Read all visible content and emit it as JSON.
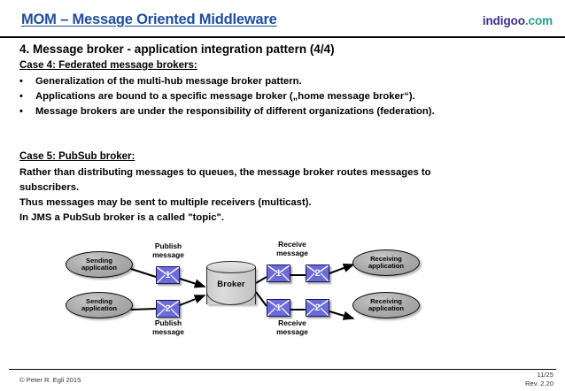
{
  "header": {
    "title": "MOM – Message Oriented Middleware",
    "brand_name": "indigoo",
    "brand_tld": ".com",
    "title_color": "#1F4E9C",
    "brand_name_color": "#3B2E8C",
    "brand_tld_color": "#1F9E8C"
  },
  "content": {
    "section_heading": "4. Message broker - application integration pattern (4/4)",
    "case4_heading": "Case 4: Federated message brokers:",
    "bullet_char": "•",
    "bullets": [
      "Generalization of the multi-hub message broker pattern.",
      "Applications are bound to a specific message broker („home message broker“).",
      "Message brokers are under the responsibility of different organizations (federation)."
    ],
    "case5_heading": "Case 5: PubSub broker:",
    "paragraph_lines": [
      "Rather than distributing messages to queues, the message broker routes messages to",
      "subscribers.",
      "Thus messages may be sent to multiple receivers (multicast).",
      "In JMS a PubSub broker is a called \"topic\"."
    ]
  },
  "diagram": {
    "sending_applications": [
      {
        "line1": "Sending",
        "line2": "application"
      },
      {
        "line1": "Sending",
        "line2": "application"
      }
    ],
    "receiving_applications": [
      {
        "line1": "Receiving",
        "line2": "application"
      },
      {
        "line1": "Receiving",
        "line2": "application"
      }
    ],
    "broker_label": "Broker",
    "publish_envelopes": [
      "1",
      "2"
    ],
    "receive_envelopes_top": [
      "1",
      "2"
    ],
    "receive_envelopes_bottom": [
      "1",
      "2"
    ],
    "captions": {
      "publish_top_line1": "Publish",
      "publish_top_line2": "message",
      "publish_bottom_line1": "Publish",
      "publish_bottom_line2": "message",
      "receive_top_line1": "Receive",
      "receive_top_line2": "message",
      "receive_bottom_line1": "Receive",
      "receive_bottom_line2": "message"
    },
    "envelope_color": "#6b6bdb",
    "node_color": "#a9a9a9"
  },
  "footer": {
    "copyright": "© Peter R. Egli 2015",
    "page": "11/25",
    "revision": "Rev. 2.20"
  }
}
